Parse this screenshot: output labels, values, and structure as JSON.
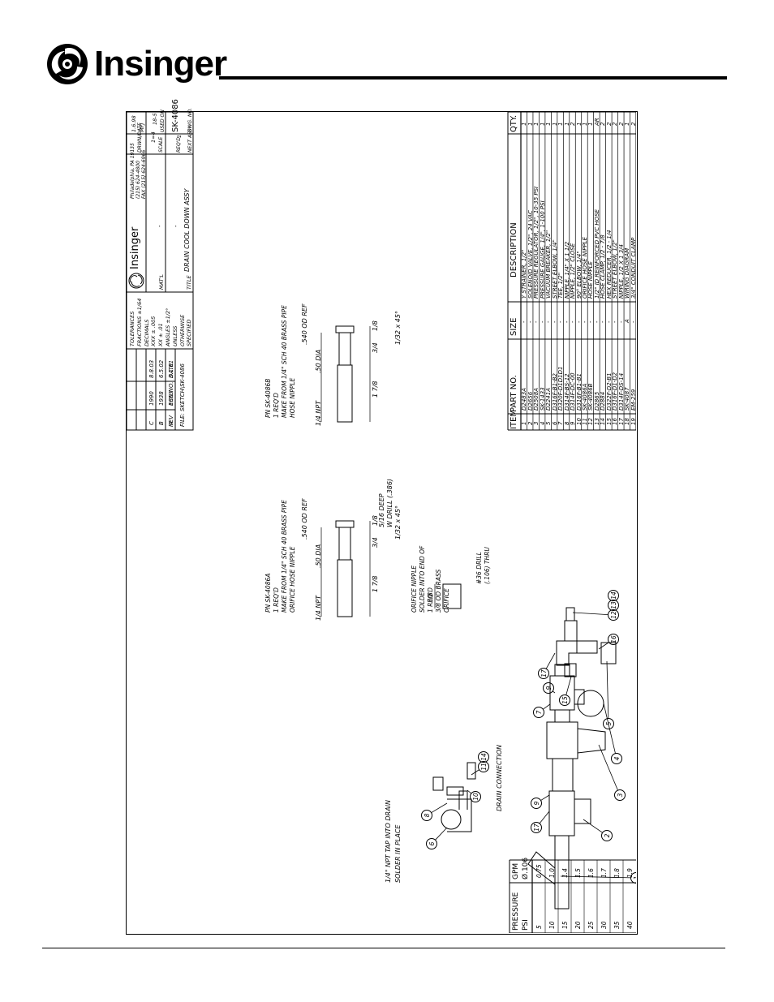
{
  "brand": {
    "name": "Insinger"
  },
  "parts_table": {
    "headers": [
      "ITEM",
      "PART NO.",
      "SIZE",
      "DESCRIPTION",
      "QTY."
    ],
    "rows": [
      [
        "1",
        "D2483A",
        "-",
        "Y STRAINER, 1/2\"",
        "1"
      ],
      [
        "2",
        "D2656",
        "-",
        "SOLENOID VALVE, 1/2\", 24 VAC",
        "1"
      ],
      [
        "3",
        "D2508A",
        "-",
        "PRESSURE REGULATOR, 1/2\", 10-35 PSI",
        "1"
      ],
      [
        "4",
        "SK-1433",
        "-",
        "PRESSURE GAUGE, 1/4\", 1-100 PSI",
        "1"
      ],
      [
        "5",
        "D2241A",
        "-",
        "VACUUM BREAKER, 1/2\"",
        "1"
      ],
      [
        "6",
        "D316F-B1-B2",
        "-",
        "STREET ELBOW, 1/4\"",
        "1"
      ],
      [
        "7",
        "D320F-D1D1D1",
        "-",
        "TEE, 1/2\"",
        "1"
      ],
      [
        "8",
        "D314F-BS-12",
        "-",
        "NIPPLE, 1/4\" X 1 1/2",
        "1"
      ],
      [
        "9",
        "D314F-DC-00",
        "-",
        "NIPPLE, 1/2\" CLOSE",
        "2"
      ],
      [
        "10",
        "D316F-B1-B1",
        "-",
        "90° ELBOW, 1/4\"",
        "1"
      ],
      [
        "11",
        "SK-4086A",
        "-",
        "ORIFICE HOSE NIPPLE",
        "1"
      ],
      [
        "12",
        "SK-4086B",
        "-",
        "HOSE NIPPLE",
        "1"
      ],
      [
        "13",
        "D2865",
        "-",
        "1/2\" ID REINFORCED PVC HOSE",
        "AR"
      ],
      [
        "14",
        "D2884",
        "-",
        "HOSE CLAMP, 1/2 - 7/8",
        "2"
      ],
      [
        "15",
        "D322F-D2-B1",
        "-",
        "HEX REDUCER, 1/2 - 1/4",
        "2"
      ],
      [
        "16",
        "D316F-D1-D2",
        "-",
        "STREET ELBOW, 1/2\"",
        "2"
      ],
      [
        "17",
        "D314F-DS-14",
        "-",
        "NIPPLE, 1/2 X 1 3/4",
        "2"
      ],
      [
        "18",
        "SK-4087",
        "A",
        "WIRING DIAGRAM",
        "1"
      ],
      [
        "19",
        "EM-259",
        "-",
        "3/4\" CONDUIT CLAMP",
        "2"
      ]
    ]
  },
  "flow_table": {
    "headers": [
      "PRESSURE PSI",
      "GPM Ø.106"
    ],
    "rows": [
      [
        "5",
        "0.75"
      ],
      [
        "10",
        "1.0"
      ],
      [
        "15",
        "1.4"
      ],
      [
        "20",
        "1.5"
      ],
      [
        "25",
        "1.6"
      ],
      [
        "30",
        "1.7"
      ],
      [
        "35",
        "1.8"
      ],
      [
        "40",
        "1.9"
      ]
    ]
  },
  "notes": {
    "tap": "1/4\" NPT TAP INTO DRAIN",
    "solder": "SOLDER IN PLACE",
    "drain_connection": "DRAIN CONNECTION",
    "orifice_dim": "3/8",
    "orifice_lines": [
      "ORIFICE",
      "3/8 OD BRASS",
      "1 REQ'D",
      "SOLDER INTO END OF",
      "ORIFICE NIPPLE"
    ],
    "drill_lines": [
      "#36 DRILL",
      "(.106) THRU"
    ]
  },
  "balloons": [
    "1",
    "2",
    "3",
    "4",
    "5",
    "6",
    "7",
    "8",
    "9",
    "10",
    "11",
    "12",
    "13",
    "14",
    "15",
    "16",
    "17"
  ],
  "nipple_a": {
    "dims": {
      "overall": "1 7/8",
      "body": "3/4",
      "tip": "1/8",
      "chamfer": "1/32 x 45°",
      "npt": "1/4 NPT",
      "dia": ".50 DIA",
      "od": ".540 OD REF",
      "drill": "W DRILL (.386)",
      "depth": "5/16 DEEP"
    },
    "caption": [
      "ORIFICE HOSE NIPPLE",
      "MAKE FROM 1/4\" SCH 40 BRASS PIPE",
      "1 REQ'D",
      "PN SK-4086A"
    ]
  },
  "nipple_b": {
    "dims": {
      "overall": "1 7/8",
      "body": "3/4",
      "tip": "1/8",
      "chamfer": "1/32 x 45°",
      "npt": "1/4 NPT",
      "dia": ".50 DIA",
      "od": ".540 OD REF"
    },
    "caption": [
      "HOSE NIPPLE",
      "MAKE FROM 1/4\" SCH 40 BRASS PIPE",
      "1 REQ'D",
      "PN SK-4086B"
    ]
  },
  "title_block": {
    "revisions": [
      [
        "C",
        "1990",
        "8.8.03"
      ],
      [
        "B",
        "1938",
        "6.5.02"
      ],
      [
        "A",
        "1863",
        "3.1.01"
      ]
    ],
    "rev_headers": [
      "REV",
      "ECN NO.",
      "DATE"
    ],
    "file": "FILE: SKETCH\\SK-4086",
    "tolerances": [
      "TOLERANCES",
      "FRACTIONS ±1/64",
      "DECIMALS",
      "XXX ± .005",
      "XX ± .01",
      "ANGLES ±1/2°",
      "UNLESS",
      "OTHERWISE",
      "SPECIFIED"
    ],
    "title_label": "TITLE",
    "title": "DRAIN COOL DOWN ASSY",
    "matl_label": "MAT'L",
    "matl": "-",
    "dash": "-",
    "company": "Insinger",
    "address": [
      "Philadelphia, PA 19135",
      "(215) 624-4800",
      "FAX (215) 624-6966"
    ],
    "next_assy_label": "NEXT ASSY",
    "reqd_label": "REQ'D",
    "reqd": "1",
    "scale_label": "SCALE",
    "scale": "1=4",
    "dwg_no_label": "DWG. NO.",
    "dwg_no": "SK-4086",
    "used_on_label": "USED ON",
    "used_on": "18-5",
    "drawn_label": "DRWN/DATE",
    "drawn_by": "MFJ",
    "drawn_date": "1.6.98"
  }
}
